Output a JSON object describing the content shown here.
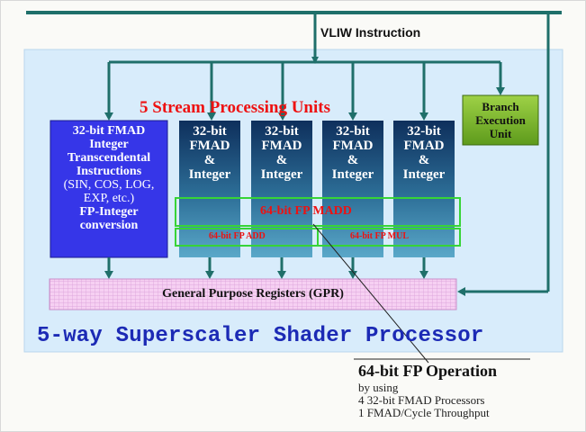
{
  "diagram": {
    "vliw_label": "VLIW Instruction",
    "stream_units_label": "5 Stream Processing Units",
    "branch_unit": [
      "Branch",
      "Execution",
      "Unit"
    ],
    "complex_unit": {
      "line1": "32-bit FMAD",
      "line2": "Integer",
      "line3": "Transcendental",
      "line4": "Instructions",
      "line5": "(SIN, COS, LOG,",
      "line6": "EXP, etc.)",
      "line7": "FP-Integer",
      "line8": "conversion"
    },
    "simple_unit_lines": [
      "32-bit",
      "FMAD",
      "&",
      "Integer"
    ],
    "fp_madd_label": "64-bit FP MADD",
    "fp_add_label": "64-bit FP ADD",
    "fp_mul_label": "64-bit FP MUL",
    "gpr_label": "General Purpose Registers (GPR)",
    "processor_title": "5-way Superscaler Shader Processor",
    "operation_title": "64-bit FP Operation",
    "operation_lines": [
      "by using",
      "4 32-bit FMAD Processors",
      "1 FMAD/Cycle Throughput"
    ]
  },
  "colors": {
    "bus": "#1f6f6a",
    "panel": "#d8ecfb",
    "unit_dark": "#0e2f5c",
    "unit_light": "#3f8fb6",
    "complex_unit": "#3636e8",
    "branch": "#7ab52a",
    "accent_red": "#ee1111",
    "title_blue": "#1c2ab5",
    "gpr_pink": "#f4c3ee",
    "highlight_green": "#37d437"
  }
}
